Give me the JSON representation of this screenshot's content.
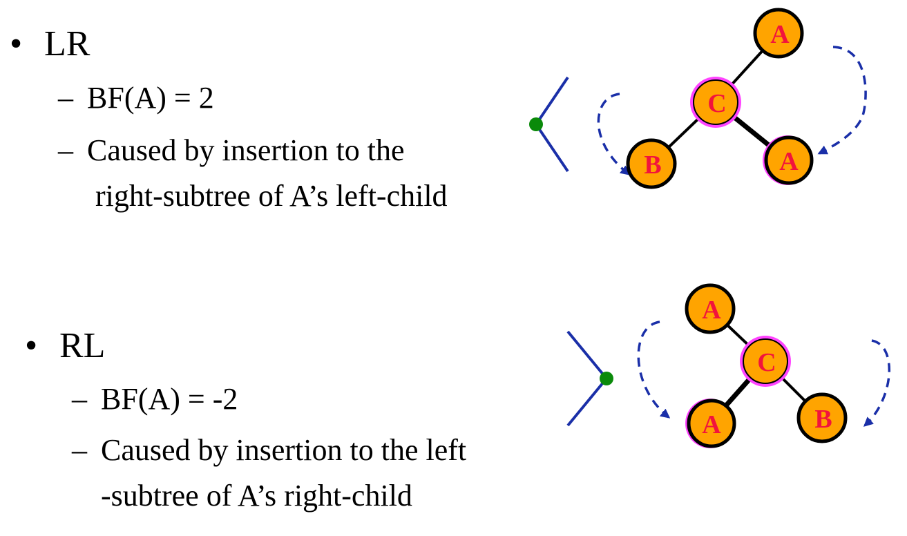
{
  "lr": {
    "bullet": "•",
    "heading": "LR",
    "items": [
      {
        "dash": "–",
        "text": "BF(A) = 2"
      },
      {
        "dash": "–",
        "text": "Caused by insertion to the"
      }
    ],
    "continuation": "right-subtree of A’s left-child",
    "tree": {
      "root": "A",
      "middle": "C",
      "left": "B",
      "right": "A"
    }
  },
  "rl": {
    "bullet": "•",
    "heading": "RL",
    "items": [
      {
        "dash": "–",
        "text": "BF(A) = -2"
      },
      {
        "dash": "–",
        "text": "Caused by insertion to the left"
      }
    ],
    "continuation": "-subtree of A’s right-child",
    "tree": {
      "root": "A",
      "middle": "C",
      "left": "A",
      "right": "B"
    }
  },
  "colors": {
    "node_fill": "#ffa400",
    "node_stroke": "#000000",
    "node_highlight": "#ff44ff",
    "label": "#f2133c",
    "arrow": "#1a2fa8",
    "bracket": "#1a2fa8",
    "dot": "#0a8a0a"
  }
}
